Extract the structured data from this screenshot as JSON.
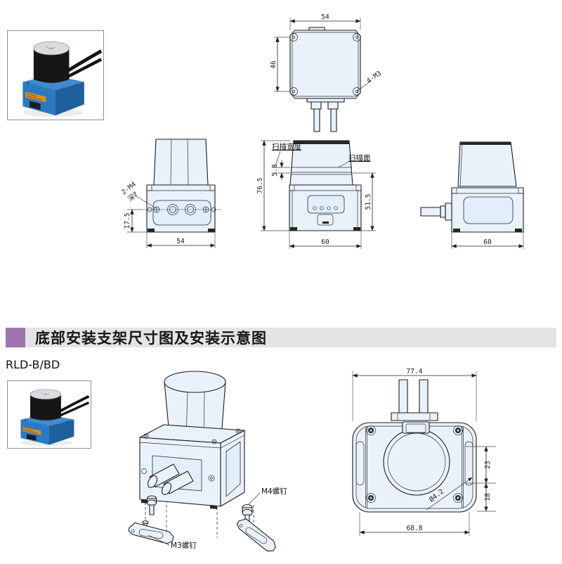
{
  "page": {
    "section_title": "底部安装支架尺寸图及安装示意图",
    "model": "RLD-B/BD",
    "colors": {
      "accent_purple": "#9d76af",
      "header_gray": "#e4e4e4",
      "drawing_fill": "#e9f2fb",
      "device_blue": "#2b7ac1",
      "label_orange": "#dd8f21"
    }
  },
  "top_view": {
    "width": "54",
    "height": "46",
    "corner_screws": "4-M3"
  },
  "front_view": {
    "tap_spec": "2-M4",
    "tap_depth": "深7",
    "axis_offset": "17.5",
    "width": "54"
  },
  "scan_view": {
    "scan_width_label": "扫描宽度",
    "scan_face_label": "扫描面",
    "scan_band": "5.8",
    "total_height": "76.5",
    "body_height": "51.5",
    "width": "60"
  },
  "cable_view": {
    "width": "60"
  },
  "install_view": {
    "m4_label": "M4螺钉",
    "m3_label": "M3螺钉"
  },
  "bottom_view": {
    "overall_width": "77.4",
    "mount_width": "68.8",
    "upper_offset": "23",
    "lower_offset": "18",
    "hole_dia": "Ø4.2"
  }
}
